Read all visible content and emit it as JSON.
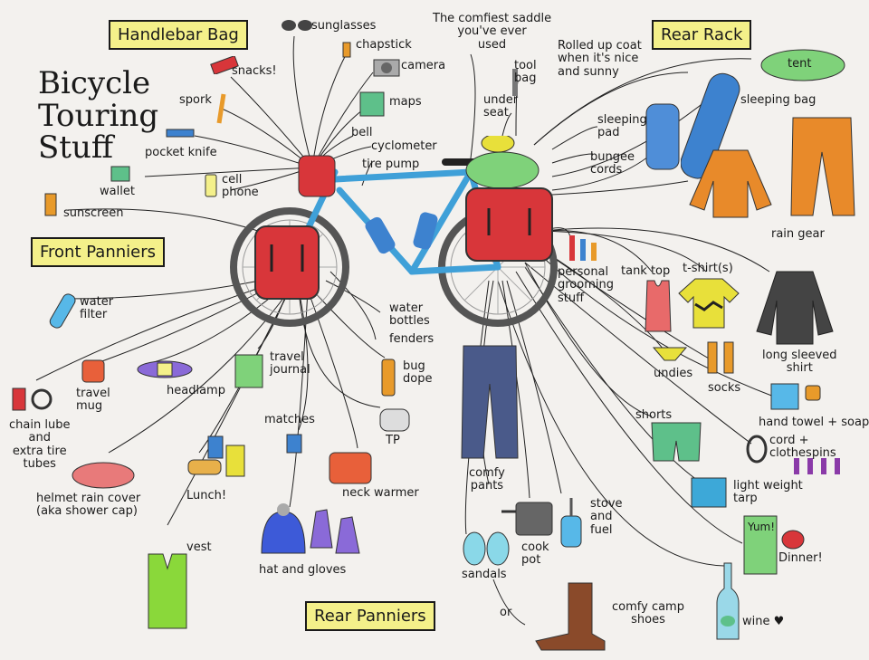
{
  "title": "Bicycle\nTouring\nStuff",
  "sections": {
    "handlebar_bag": "Handlebar Bag",
    "rear_rack": "Rear Rack",
    "front_panniers": "Front Panniers",
    "rear_panniers": "Rear Panniers"
  },
  "labels": {
    "sunglasses": "sunglasses",
    "chapstick": "chapstick",
    "camera": "camera",
    "maps": "maps",
    "snacks": "snacks!",
    "spork": "spork",
    "pocket_knife": "pocket knife",
    "wallet": "wallet",
    "sunscreen": "sunscreen",
    "cell_phone": "cell\nphone",
    "bell": "bell",
    "cyclometer": "cyclometer",
    "tire_pump": "tire pump",
    "saddle": "The comfiest saddle\nyou've ever\nused",
    "tool_bag": "tool\nbag",
    "under_seat": "under\nseat",
    "rolled_coat": "Rolled up coat\nwhen it's nice\nand sunny",
    "tent": "tent",
    "sleeping_bag": "sleeping bag",
    "sleeping_pad": "sleeping\npad",
    "bungee": "bungee\ncords",
    "rain_gear": "rain gear",
    "water_filter": "water\nfilter",
    "personal_grooming": "personal\ngrooming\nstuff",
    "tank_top": "tank top",
    "tshirts": "t-shirt(s)",
    "long_sleeved": "long sleeved\nshirt",
    "water_bottles": "water\nbottles",
    "fenders": "fenders",
    "travel_mug": "travel\nmug",
    "headlamp": "headlamp",
    "travel_journal": "travel\njournal",
    "bug_dope": "bug\ndope",
    "undies": "undies",
    "socks": "socks",
    "chain_lube": "chain lube\nand\nextra tire\ntubes",
    "matches": "matches",
    "tp": "TP",
    "shorts": "shorts",
    "hand_towel": "hand towel + soap",
    "cord": "cord +\nclothespins",
    "helmet_cover": "helmet rain cover\n(aka shower cap)",
    "lunch": "Lunch!",
    "neck_warmer": "neck warmer",
    "comfy_pants": "comfy\npants",
    "light_tarp": "light weight\ntarp",
    "vest": "vest",
    "hat_gloves": "hat and gloves",
    "stove": "stove\nand\nfuel",
    "cook_pot": "cook\npot",
    "sandals": "sandals",
    "dinner": "Dinner!",
    "yum": "Yum!",
    "or": "or",
    "camp_shoes": "comfy camp\nshoes",
    "wine": "wine ♥"
  },
  "colors": {
    "bike_frame": "#3fa0d8",
    "pannier": "#d8363a",
    "tag_yellow": "#f4f08a",
    "paper": "#f3f1ee",
    "rain_gear": "#e88a2a",
    "tent_green": "#7fd27a",
    "sleeping_bag_blue": "#3d82cf"
  }
}
